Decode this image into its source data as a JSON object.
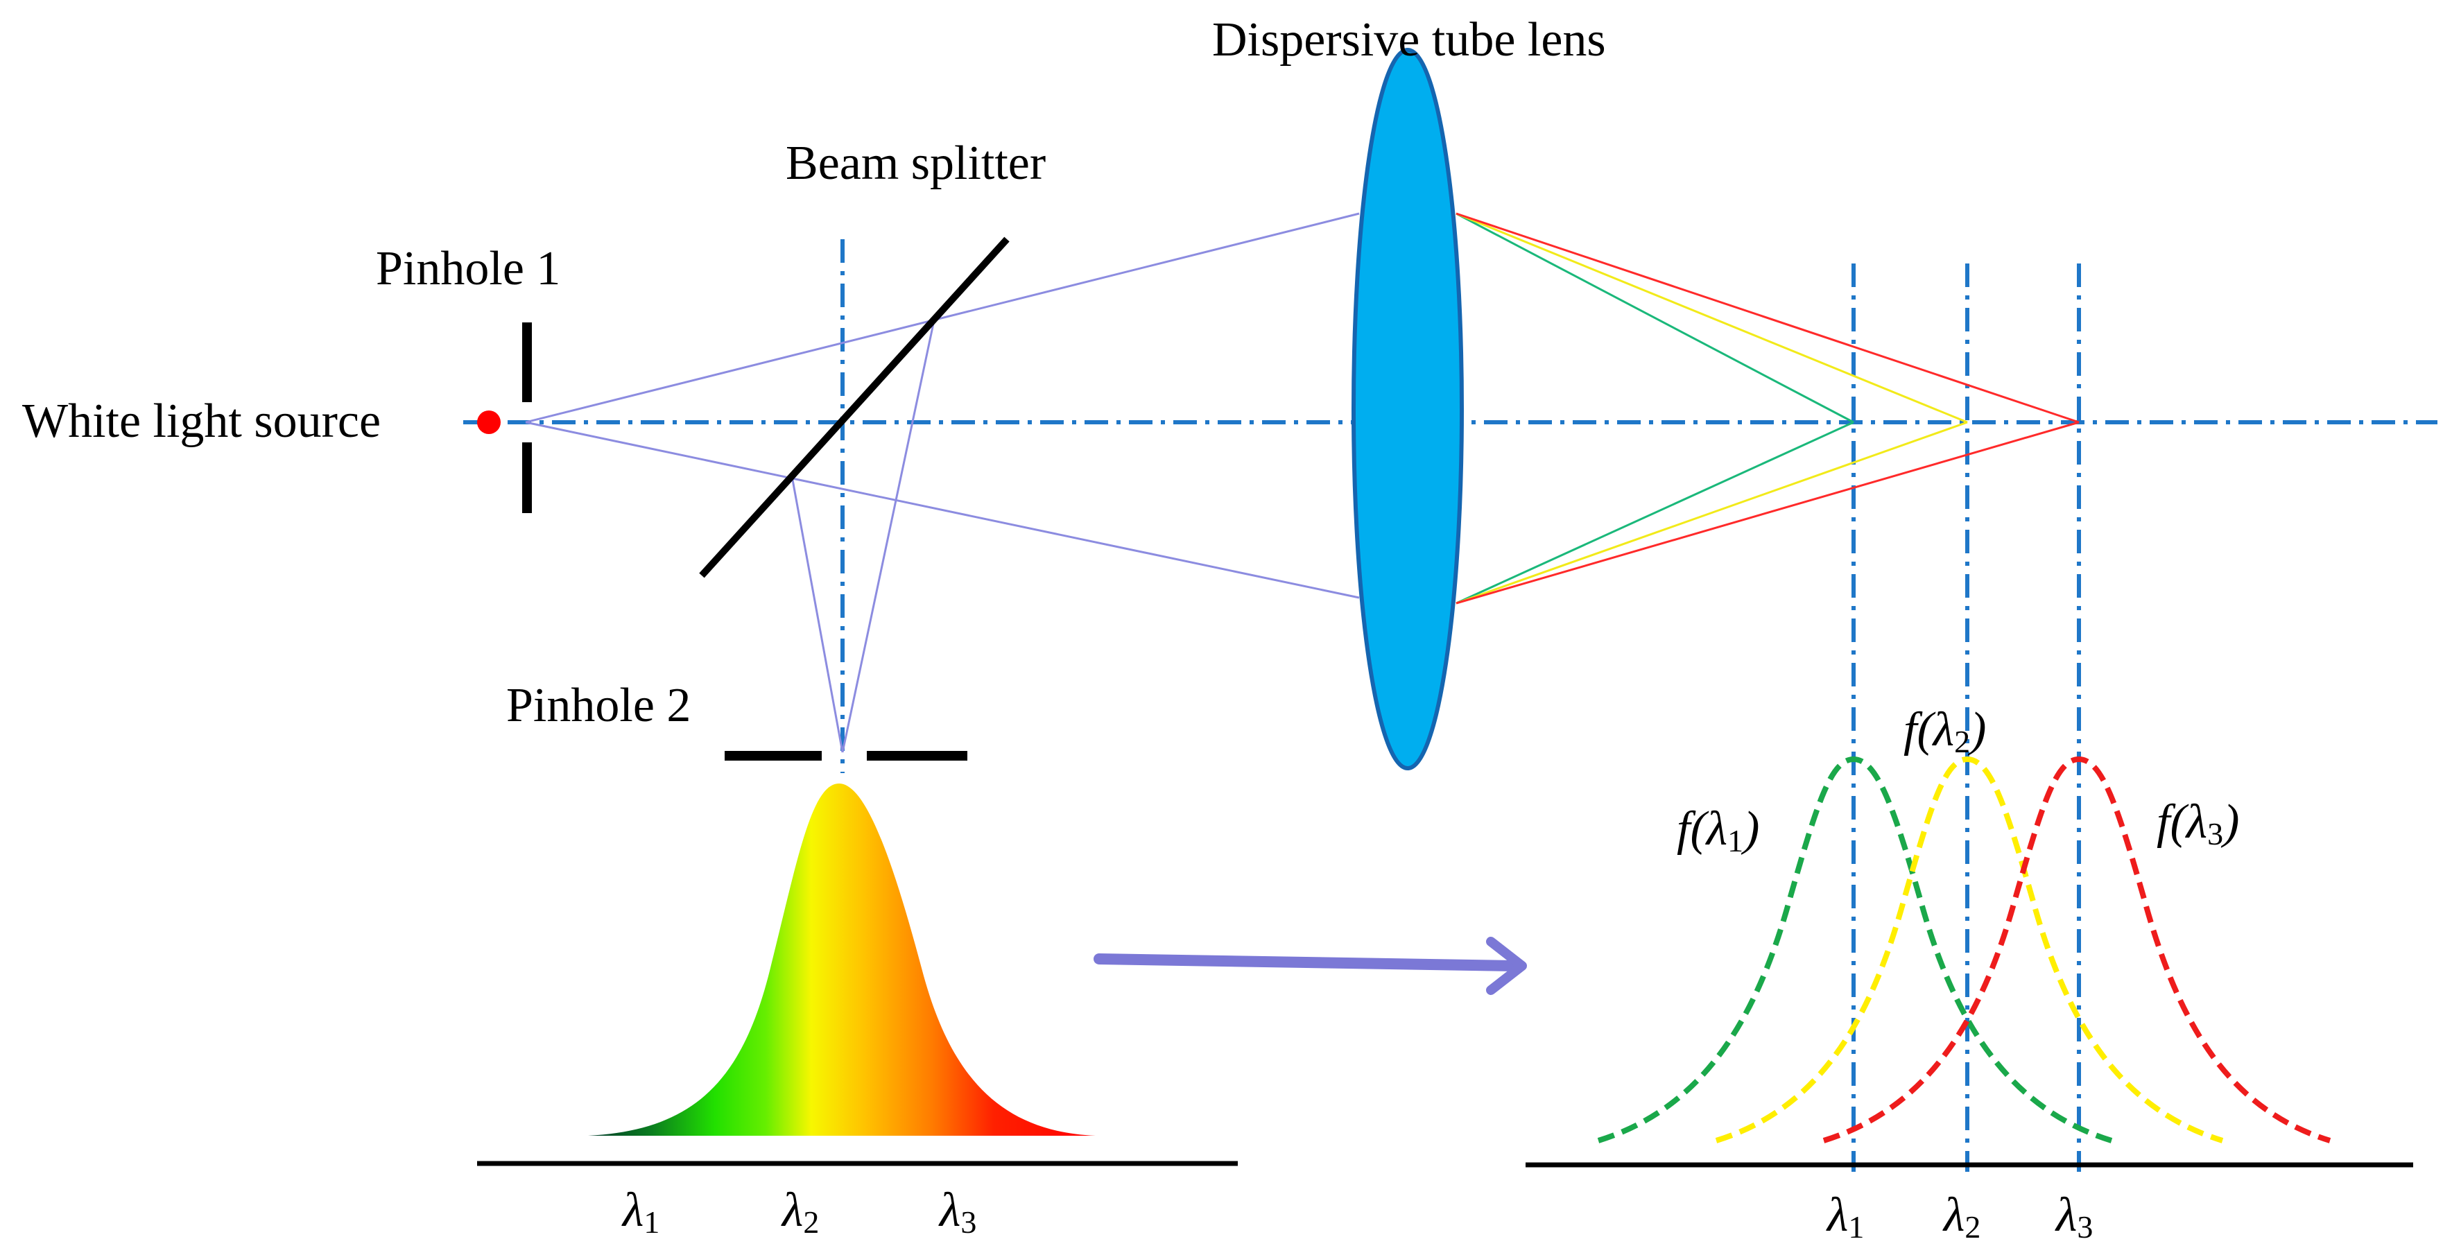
{
  "labels": {
    "white_light_source": "White light source",
    "pinhole_1": "Pinhole 1",
    "pinhole_2": "Pinhole 2",
    "beam_splitter": "Beam splitter",
    "dispersive_tube_lens": "Dispersive tube lens"
  },
  "spectrum_axis": {
    "ticks": [
      {
        "symbol": "λ",
        "sub": "1"
      },
      {
        "symbol": "λ",
        "sub": "2"
      },
      {
        "symbol": "λ",
        "sub": "3"
      }
    ]
  },
  "response_axis": {
    "ticks": [
      {
        "symbol": "λ",
        "sub": "1"
      },
      {
        "symbol": "λ",
        "sub": "2"
      },
      {
        "symbol": "λ",
        "sub": "3"
      }
    ]
  },
  "response_curves": [
    {
      "prefix": "f(λ",
      "sub": "1",
      "suffix": ")",
      "color": "#1aa84a"
    },
    {
      "prefix": "f(λ",
      "sub": "2",
      "suffix": ")",
      "color": "#ffee00"
    },
    {
      "prefix": "f(λ",
      "sub": "3",
      "suffix": ")",
      "color": "#ee1c1c"
    }
  ],
  "colors": {
    "axis_dashdot": "#1f77c8",
    "lens_fill": "#00aeef",
    "lens_stroke": "#1565b0",
    "source_dot": "#ff0000",
    "arrow": "#7b78d6",
    "ray_blue": "#8c8ce0",
    "ray_green": "#1ab87a",
    "ray_yellow": "#f2ea1a",
    "ray_red": "#ff2a2a"
  }
}
